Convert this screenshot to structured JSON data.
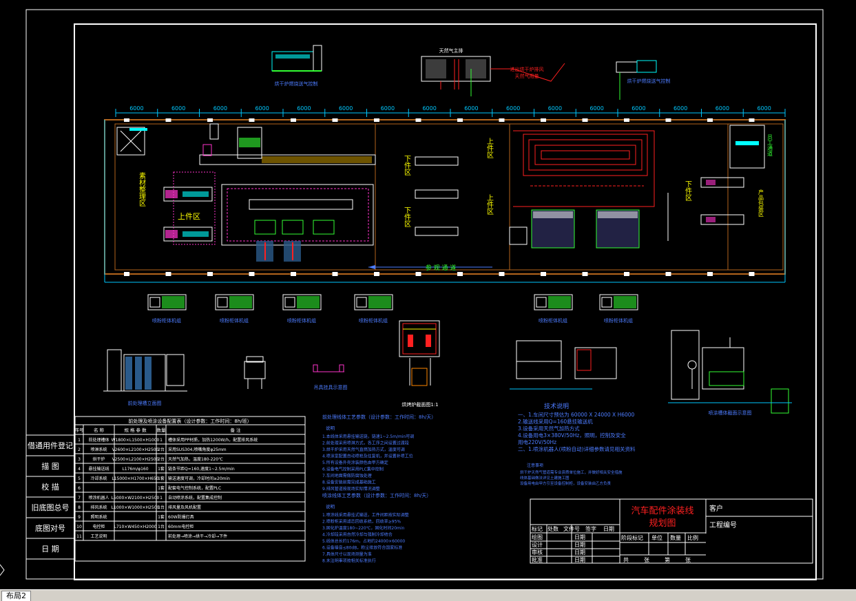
{
  "colors": {
    "frame": "#ffffff",
    "wall": "#b5651d",
    "dimension": "#00c8ff",
    "magenta": "#ff33cc",
    "cyan": "#00ffff",
    "green": "#33ff33",
    "yellow": "#ffff00",
    "red": "#ff2020",
    "blue": "#4d7cff",
    "orange": "#ff8800"
  },
  "left_column": {
    "labels": [
      "借通用件登记",
      "描 图",
      "校 描",
      "旧底图总号",
      "底图对号",
      "日 期"
    ]
  },
  "top_equipment": {
    "left_label": "烘干炉燃烧送气控制",
    "center_title": "天然气主排",
    "center_label_1": "进出烘干炉排风",
    "center_label_2": "天然气用量",
    "right_label": "烘干炉燃烧送气控制"
  },
  "dimensions": [
    "6000",
    "6000",
    "6000",
    "6000",
    "6000",
    "6000",
    "6000",
    "6000",
    "6000",
    "6000",
    "6000",
    "6000",
    "6000",
    "6000",
    "6000",
    "6000"
  ],
  "zones": {
    "material": "素材整理区",
    "load_left": "上件区",
    "unload_1": "下件区",
    "unload_2": "下件区",
    "load_mid": "上件区",
    "load_mid_2": "上件区",
    "unload_right": "下件区",
    "pack": "产品包装区",
    "walkway_right": "员工通道",
    "walkway_bottom": "参 观 通 道"
  },
  "equipment_row": [
    "喷粉柜体机组",
    "喷粉柜体机组",
    "喷粉柜体机组",
    "喷粉柜体机组",
    "喷粉柜体机组",
    "喷粉柜体机组"
  ],
  "detail_captions": {
    "elevation_left": "前处理槽立面图",
    "small_hook": "吊具挂具示意图",
    "oven_section": "烘烤炉截面图1:1",
    "right_detail": "喷涂槽体截面示意图"
  },
  "equipment_table": {
    "title": "前处理及喷涂设备配置表（设计参数：工作时间：8h/班）",
    "headers": [
      "序号",
      "名 称",
      "规 格 参 数",
      "数量",
      "备 注"
    ],
    "rows": [
      [
        "1",
        "前处理槽体",
        "W1800×L1500×H1000",
        "1",
        "槽体采用PP材质，加热1200W/h，配置排风系统"
      ],
      [
        "2",
        "喷淋系统",
        "V2600×L2100×H2500",
        "2台",
        "采用SUS304,喷嘴角度φ25mm"
      ],
      [
        "3",
        "烘干炉",
        "V2500×L2100×H2500",
        "2台",
        "天然气加热，温度180-220℃"
      ],
      [
        "4",
        "悬挂输送线",
        "L176m/φ160",
        "1套",
        "链条节距Q=160,速度1~2.5m/min"
      ],
      [
        "5",
        "冷却系统",
        "L15000×H1700×H650",
        "1套",
        "输送速度可调，冷却时间≥20min"
      ],
      [
        "6",
        "",
        "",
        "1套",
        "配套电气控制系统，配置PLC"
      ],
      [
        "7",
        "喷涂机器人",
        "L5000×W2100×H2500",
        "1",
        "自动喷涂系统，配置集成控制"
      ],
      [
        "8",
        "排风系统",
        "L1000×W1000×H2500",
        "1台",
        "排风量及风机配置"
      ],
      [
        "9",
        "照明系统",
        "",
        "1套",
        "60W防爆灯具"
      ],
      [
        "10",
        "电控柜",
        "L710×W450×H2000",
        "1台",
        "60mm电控柜"
      ],
      [
        "11",
        "工艺说明",
        "",
        "",
        "前处理→喷涂→烘干→冷却→下件"
      ]
    ]
  },
  "notes_block_1": {
    "title": "前处理线体工艺参数（设计参数：工作时间：8h/天）",
    "label": "说明",
    "lines": [
      "1.本线体采用悬挂输送链，链速1~2.5m/min可调",
      "2.前处理采用喷淋方式，各工序之间设置过渡段",
      "3.烘干炉采用天然气直燃加热方式，温度可调",
      "4.喷涂室配置自动喷枪及往复机，并设置补喷工位",
      "5.所有设备外壳涂装颜色由甲方确定",
      "6.设备电气控制采用PLC集中控制",
      "7.车间地面需做防腐蚀处理",
      "8.设备安装前需完成基础施工",
      "9.排风管道按现场实际情况调整"
    ]
  },
  "notes_block_2": {
    "title": "喷涂线体工艺参数（设计参数：工作时间：8h/天）",
    "label": "说明",
    "lines": [
      "1.喷涂线采用悬挂式输送，工件间距按实际调整",
      "2.喷粉柜采用滤芯回收系统，回收率≥95%",
      "3.固化炉温度180~220℃，固化时间20min",
      "4.冷却段采用自然冷却与强制冷却结合",
      "5.线体总长约176m，占地约24000×60000",
      "6.设备噪音≤80dB，粉尘排放符合国家标准",
      "7.具体尺寸以现场测量为准",
      "8.未注明事项按相关标准执行"
    ]
  },
  "tech_notes": {
    "title": "技术说明",
    "lines": [
      "一、1.车间尺寸预估为 60000 X 24000 X H6000",
      "    2.输送线采用Q=160悬挂输送机",
      "    3.设备采用天然气加热方式",
      "    4.设备用电3×380V/50Hz，照明，控制及安全",
      "      用电220V/50Hz",
      "二、1.喷涂机器人(喷粉自动)详细参数请见相关资料"
    ],
    "extra": "注意事项",
    "extra_lines": [
      "烘干炉天然气管道需专业资质单位施工，并做好相关安全措施",
      "线体基础做法详见土建施工图",
      "设备用电由甲方引至设备控制柜，设备安装由乙方负责"
    ]
  },
  "title_block": {
    "title_line_1": "汽车配件涂装线",
    "title_line_2": "规划图",
    "client_label": "客户",
    "project_no_label": "工程编号",
    "mark_labels": [
      "标记",
      "处数",
      "文件号",
      "签字",
      "日期"
    ],
    "sign_rows": [
      "绘图",
      "设计",
      "审核",
      "批准"
    ],
    "date_label": "日期",
    "stage_labels": [
      "阶段标记",
      "单位",
      "数量",
      "比例"
    ],
    "sheet_labels": [
      "共",
      "张",
      "第",
      "张"
    ]
  },
  "statusbar": {
    "layout_tab": "布局2"
  }
}
